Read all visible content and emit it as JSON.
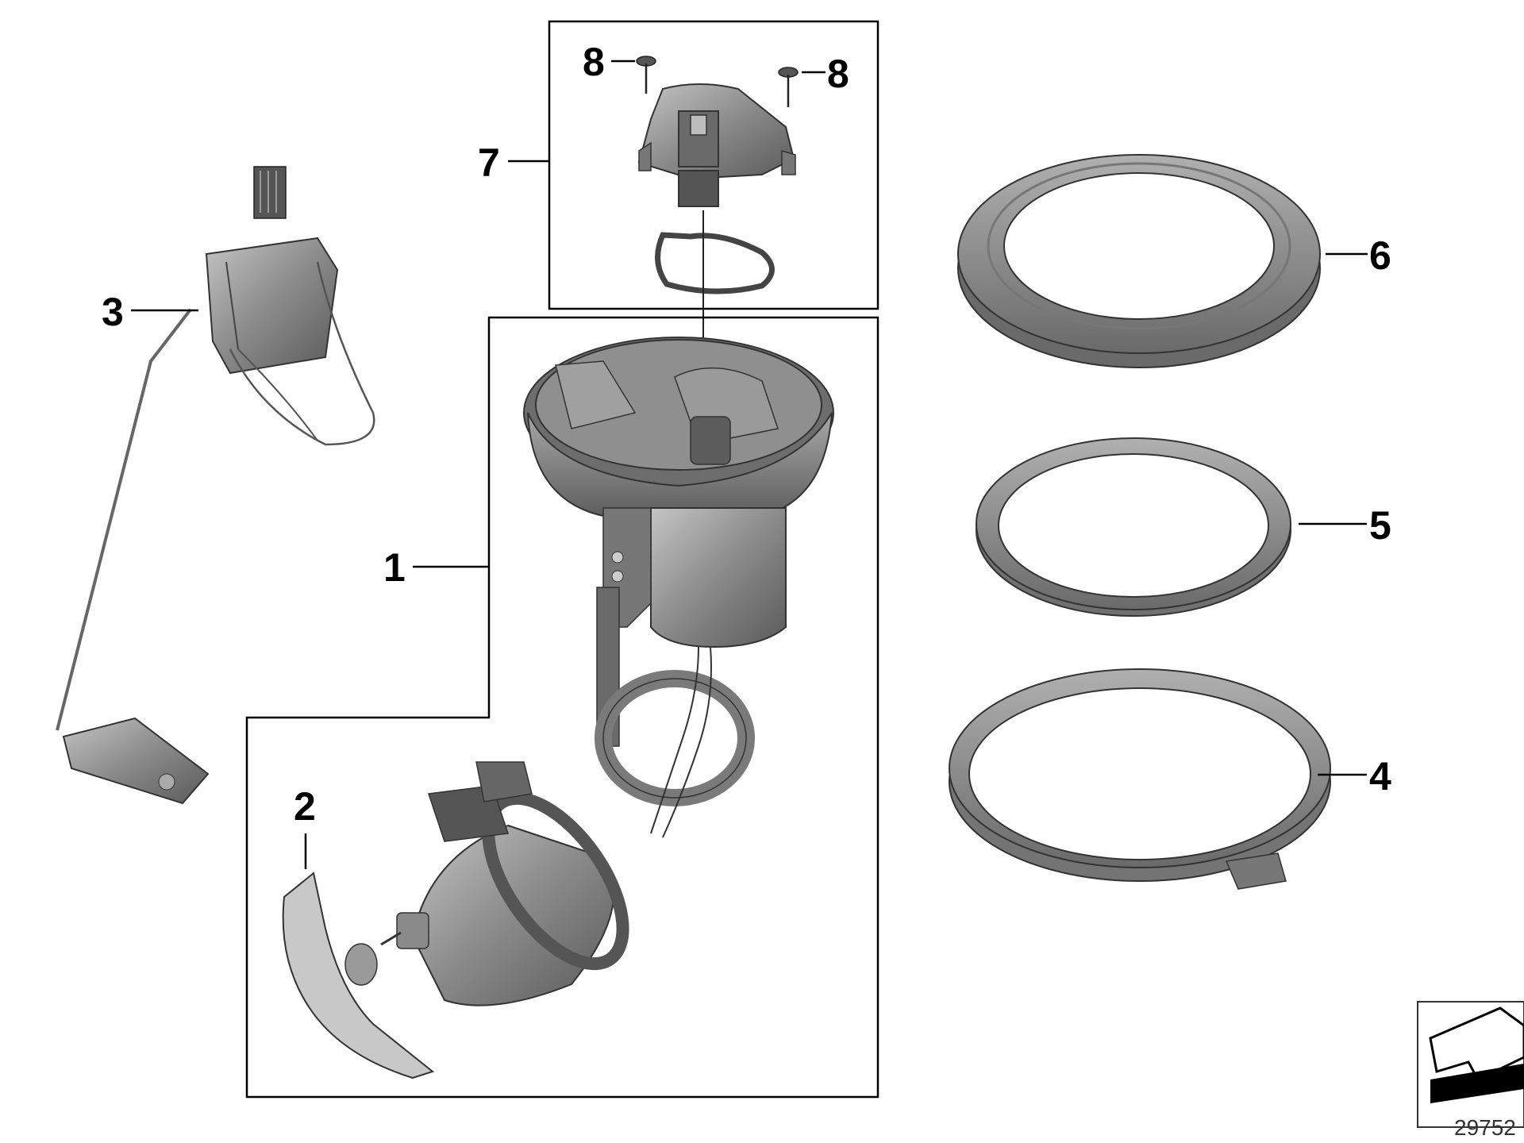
{
  "parts": [
    {
      "number": "1",
      "name": "fuel pump module"
    },
    {
      "number": "2",
      "name": "filter"
    },
    {
      "number": "3",
      "name": "level sensor"
    },
    {
      "number": "4",
      "name": "retaining ring"
    },
    {
      "number": "5",
      "name": "seal ring"
    },
    {
      "number": "6",
      "name": "lock ring"
    },
    {
      "number": "7",
      "name": "connector cover"
    },
    {
      "number": "8",
      "name": "screw"
    }
  ],
  "labels": {
    "p1": "1",
    "p2": "2",
    "p3": "3",
    "p4": "4",
    "p5": "5",
    "p6": "6",
    "p7": "7",
    "p8a": "8",
    "p8b": "8"
  },
  "document_number": "29752",
  "colors": {
    "part_gray": "#7d7d7d",
    "part_light": "#b8b8b8",
    "part_dark": "#4a4a4a",
    "line": "#000000"
  },
  "icons": {
    "logo": "return-arrow-icon"
  }
}
